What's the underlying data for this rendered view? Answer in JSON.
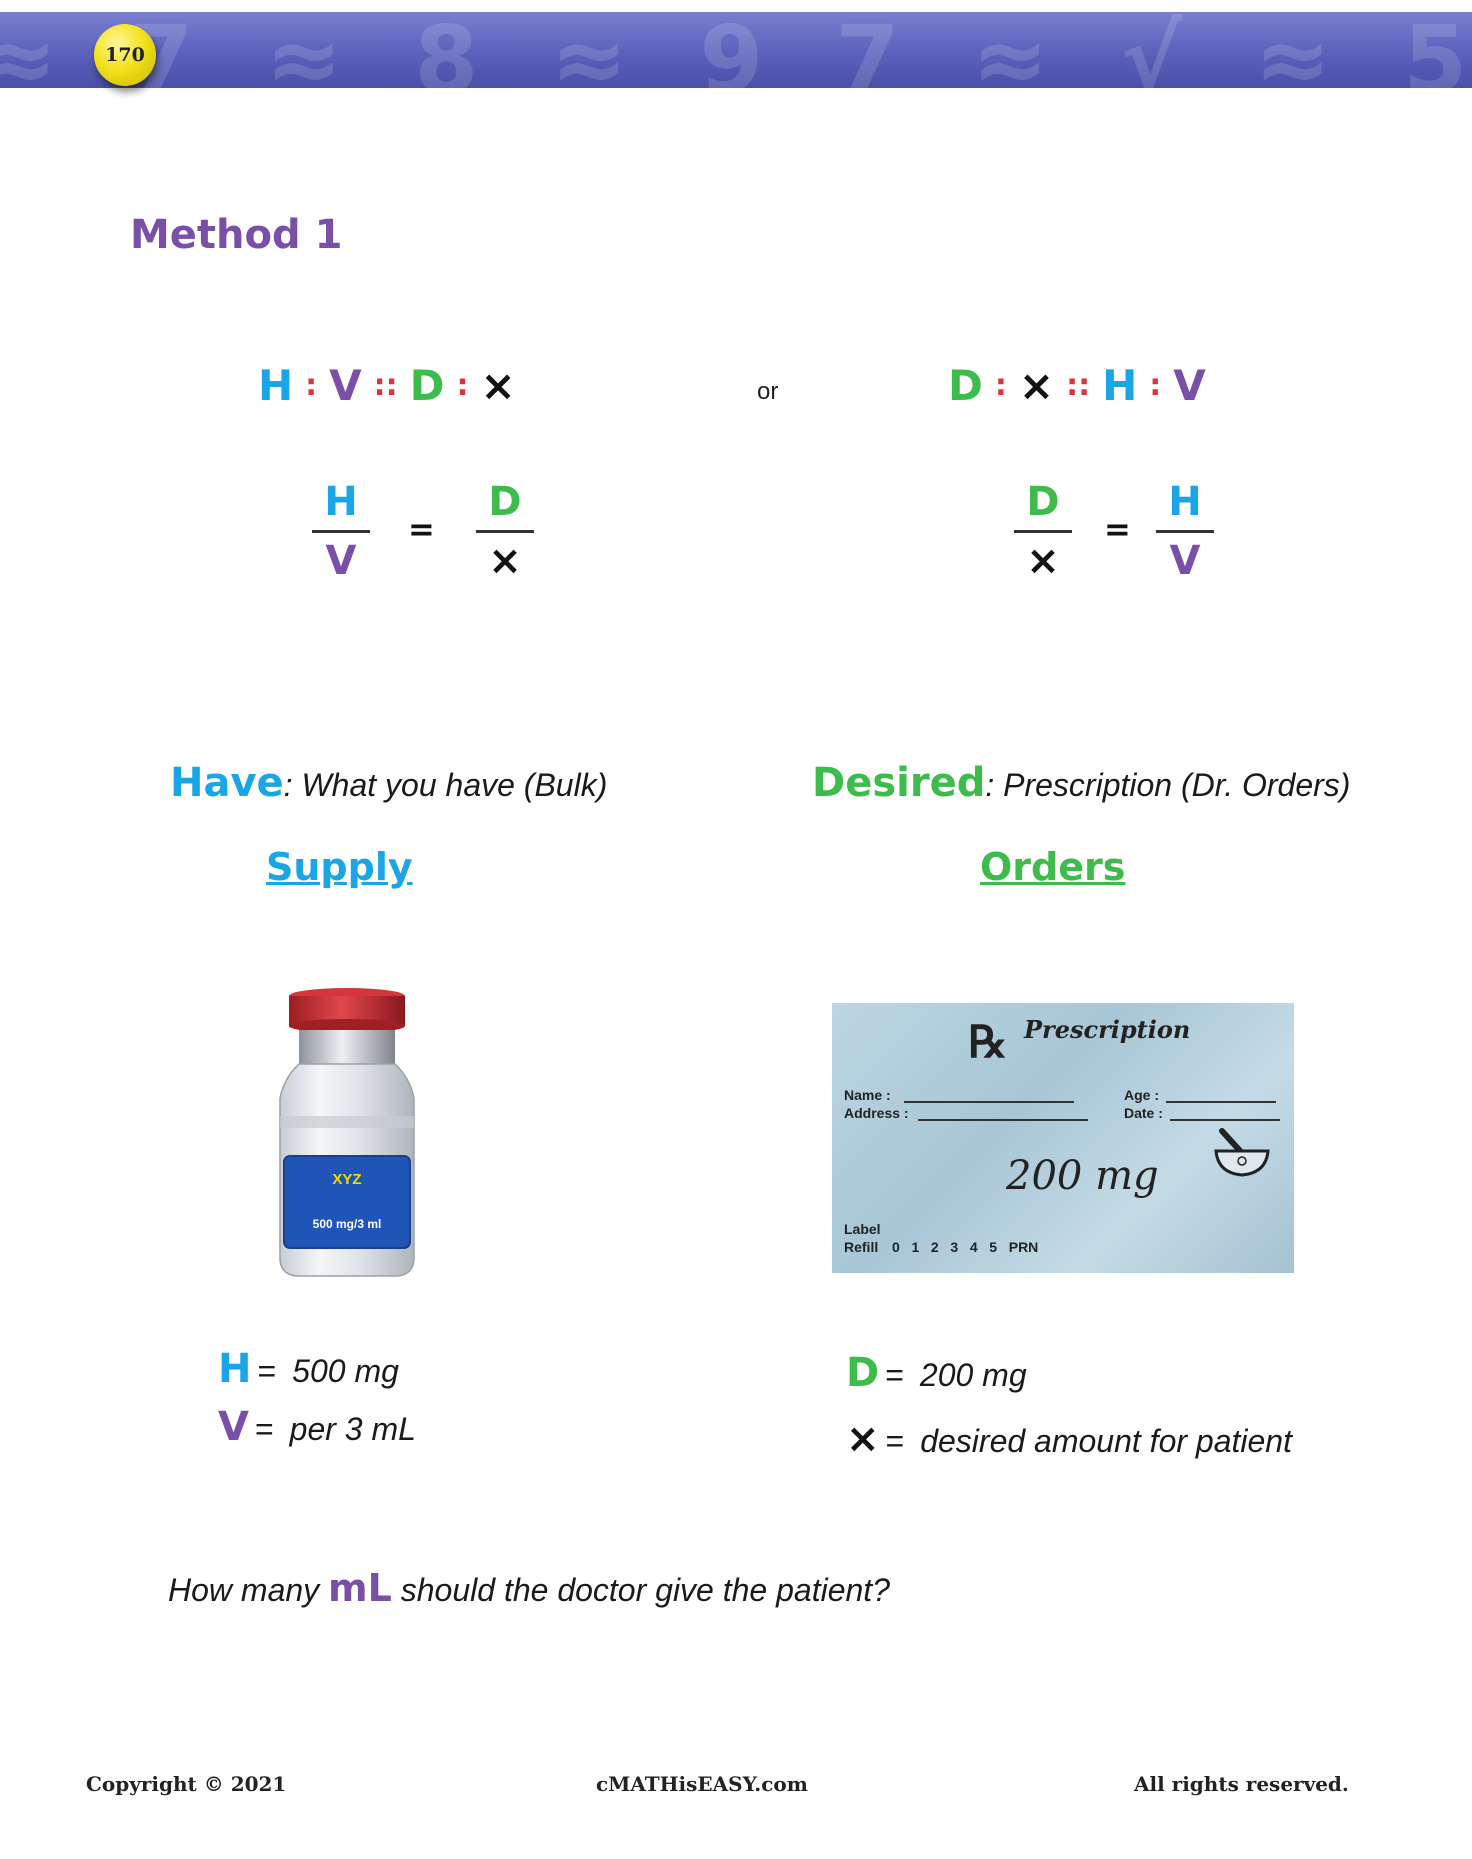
{
  "header": {
    "page_number": "170",
    "banner_color": "#5b61bb",
    "badge_color": "#f2e21a"
  },
  "heading": "Method 1",
  "colors": {
    "have": "#1aa6e6",
    "volume": "#7a4fa8",
    "desired": "#3dbb4b",
    "separator": "#e0323a"
  },
  "proportions": {
    "left": {
      "h": "H",
      "v": "V",
      "d": "D",
      "x": "×"
    },
    "or_word": "or",
    "right": {
      "d": "D",
      "x": "×",
      "h": "H",
      "v": "V"
    },
    "colon": ":",
    "double_colon": "::",
    "equals": "="
  },
  "fractions": {
    "left": {
      "num1": "H",
      "den1": "V",
      "num2": "D",
      "den2": "×"
    },
    "right": {
      "num1": "D",
      "den1": "×",
      "num2": "H",
      "den2": "V"
    }
  },
  "have": {
    "word": "Have",
    "description": ": What you have (Bulk)",
    "link": "Supply"
  },
  "desired": {
    "word": "Desired",
    "description": ": Prescription (Dr. Orders)",
    "link": "Orders"
  },
  "vial": {
    "brand": "XYZ",
    "strength": "500 mg/3 ml",
    "cap_color": "#c8272c"
  },
  "prescription": {
    "symbol": "℞",
    "title": "Prescription",
    "name_label": "Name :",
    "address_label": "Address :",
    "age_label": "Age :",
    "date_label": "Date :",
    "dose": "200 mg",
    "label_label": "Label",
    "refill_label": "Refill",
    "refill_options": "0   1   2   3   4   5   PRN"
  },
  "variables": {
    "h": {
      "symbol": "H",
      "equals": "=",
      "value": "500 mg"
    },
    "v": {
      "symbol": "V",
      "equals": "=",
      "value": "per 3 mL"
    },
    "d": {
      "symbol": "D",
      "equals": "=",
      "value": "200 mg"
    },
    "x": {
      "symbol": "×",
      "equals": "=",
      "value": "desired amount for patient"
    }
  },
  "question": {
    "before": "How many ",
    "unit": "mL",
    "after": " should the doctor give the patient?"
  },
  "footer": {
    "copyright": "Copyright © 2021",
    "site": "cMATHisEASY.com",
    "rights": "All rights reserved."
  }
}
